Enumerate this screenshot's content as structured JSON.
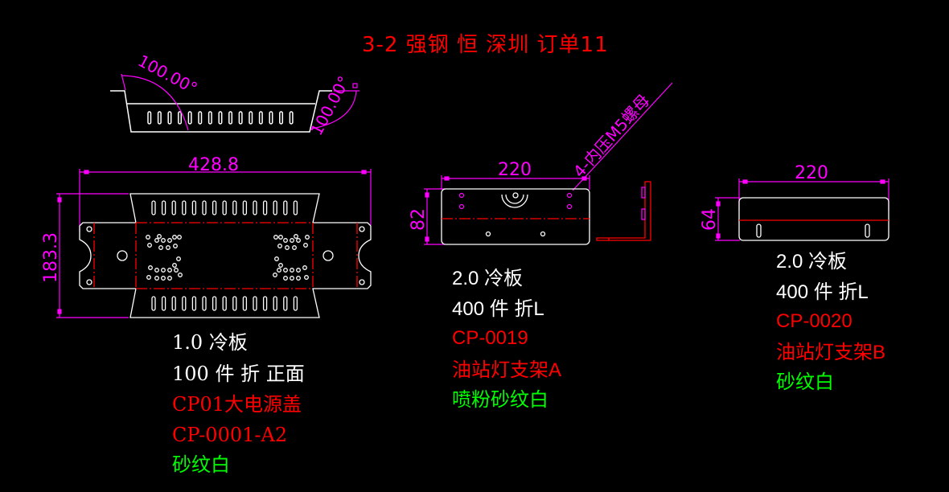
{
  "title": "3-2  强钢  恒  深圳  订单11",
  "colors": {
    "background": "#000000",
    "outline": "#ffffff",
    "dimension": "#ff00ff",
    "bend_line": "#ff0000",
    "material_text": "#ffffff",
    "part_text": "#ff0000",
    "finish_text": "#00ff00"
  },
  "parts": [
    {
      "id": "part-1",
      "dimensions": {
        "width": "428.8",
        "height": "183.3",
        "angle_left": "100.00°",
        "angle_right": "100.00°"
      },
      "lines": {
        "material": "1.0 冷板",
        "quantity": "100 件 折 正面",
        "name": "CP01大电源盖",
        "code": "CP-0001-A2",
        "finish": "砂纹白"
      }
    },
    {
      "id": "part-2",
      "dimensions": {
        "width": "220",
        "height": "82",
        "callout": "4-内压M5螺母"
      },
      "lines": {
        "material": "2.0  冷板",
        "quantity": "400  件  折L",
        "code": "CP-0019",
        "name": "油站灯支架A",
        "finish": "喷粉砂纹白"
      }
    },
    {
      "id": "part-3",
      "dimensions": {
        "width": "220",
        "height": "64"
      },
      "lines": {
        "material": "2.0 冷板",
        "quantity": "400 件 折L",
        "code": "CP-0020",
        "name": "油站灯支架B",
        "finish": "砂纹白"
      }
    }
  ]
}
